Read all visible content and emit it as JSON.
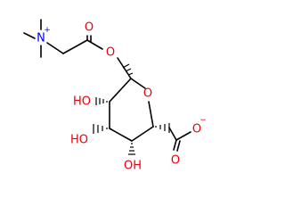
{
  "molecule": {
    "atoms": {
      "n_plus": {
        "label": "N",
        "charge": "+"
      },
      "carbonyl_o": {
        "label": "O"
      },
      "ester_o": {
        "label": "O"
      },
      "ring_o": {
        "label": "O"
      },
      "oh_c2": {
        "label": "HO"
      },
      "oh_c3": {
        "label": "HO"
      },
      "oh_c4": {
        "label": "OH"
      },
      "carboxyl_o_double": {
        "label": "O"
      },
      "carboxyl_o_minus": {
        "label": "O",
        "charge": "−"
      }
    }
  },
  "colors": {
    "bond": "#000000",
    "oxygen": "#e8000b",
    "nitrogen": "#0000ff"
  }
}
